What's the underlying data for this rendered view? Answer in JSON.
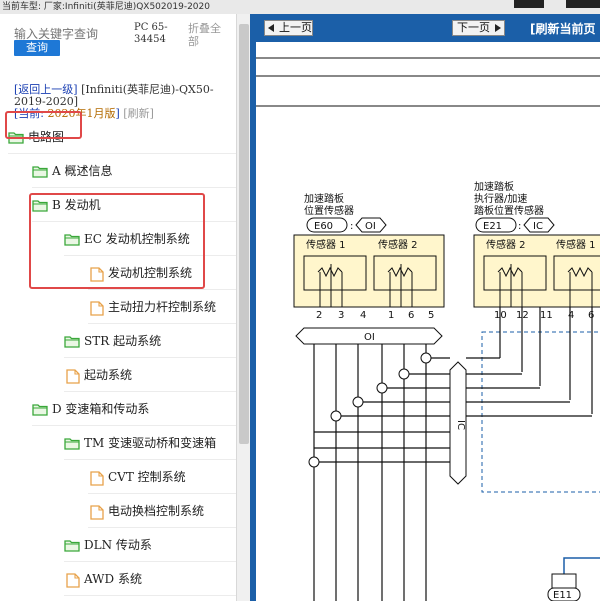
{
  "topbar": {
    "text": "当前车型:  厂家:Infiniti(英菲尼迪)QX502019-2020"
  },
  "search": {
    "placeholder": "输入关键字查询",
    "button_label": "查询"
  },
  "pc_code": "PC 65-34454",
  "collapse_all_label": "折叠全部",
  "nav": {
    "back_label": "[返回上一级]",
    "model_label": "[Infiniti(英菲尼迪)-QX50-2019-2020]",
    "current_prefix": "[当前: ",
    "current_version": "2020年1月版",
    "current_suffix": "]",
    "refresh_label": "[刷新]"
  },
  "tree": [
    {
      "label": "电路图",
      "type": "folder"
    },
    {
      "label": "A 概述信息",
      "type": "folder"
    },
    {
      "label": "B 发动机",
      "type": "folder"
    },
    {
      "label": "EC 发动机控制系统",
      "type": "folder"
    },
    {
      "label": "发动机控制系统",
      "type": "doc"
    },
    {
      "label": "主动扭力杆控制系统",
      "type": "doc"
    },
    {
      "label": "STR 起动系统",
      "type": "folder"
    },
    {
      "label": "起动系统",
      "type": "doc"
    },
    {
      "label": "D 变速箱和传动系",
      "type": "folder"
    },
    {
      "label": "TM 变速驱动桥和变速箱",
      "type": "folder"
    },
    {
      "label": "CVT 控制系统",
      "type": "doc"
    },
    {
      "label": "电动换档控制系统",
      "type": "doc"
    },
    {
      "label": "DLN 传动系",
      "type": "folder"
    },
    {
      "label": "AWD 系统",
      "type": "doc"
    }
  ],
  "viewer": {
    "prev_label": "上一页",
    "next_label": "下一页",
    "refresh_label": "[刷新当前页"
  },
  "diagram": {
    "left_block_title_1": "加速踏板",
    "left_block_title_2": "位置传感器",
    "left_connector": "E60",
    "left_harness": "OI",
    "sensor1": "传感器 1",
    "sensor2": "传感器 2",
    "left_pins": [
      "2",
      "3",
      "4",
      "1",
      "6",
      "5"
    ],
    "right_block_title_1": "加速踏板",
    "right_block_title_2": "执行器/加速",
    "right_block_title_3": "踏板位置传感器",
    "right_connector": "E21",
    "right_harness": "IC",
    "right_pins": [
      "10",
      "12",
      "11",
      "4",
      "6"
    ],
    "bus_label_oi": "OI",
    "bus_label_ic": "IC",
    "bottom_connector": "E11"
  },
  "colors": {
    "highlight": "#e04848",
    "accent_blue": "#1b5fa8",
    "button_blue": "#1e78d6",
    "folder_green": "#3aa83a",
    "doc_orange": "#e8a24a",
    "box_fill": "#fff6cc"
  }
}
